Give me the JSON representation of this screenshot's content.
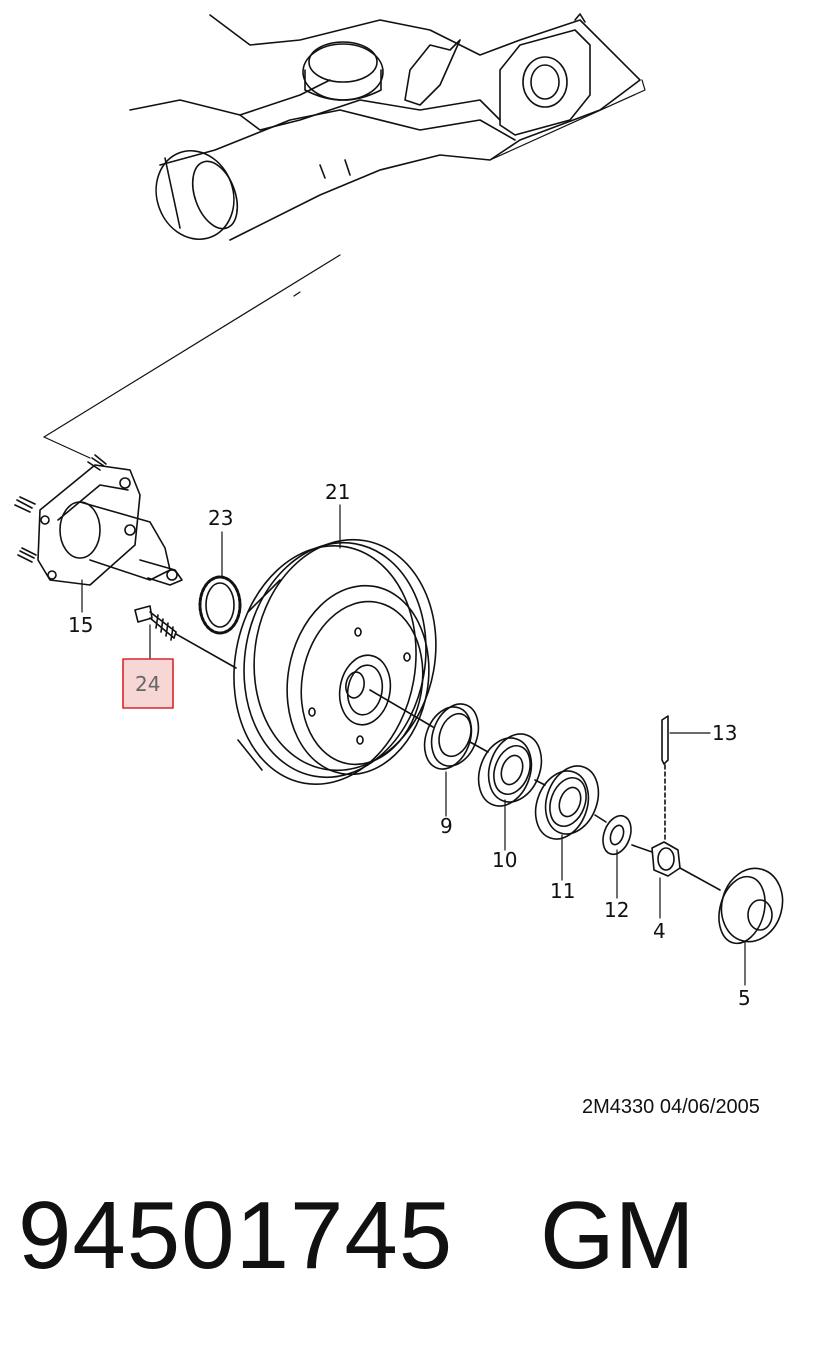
{
  "diagram": {
    "callouts": [
      {
        "id": "21",
        "label": "21"
      },
      {
        "id": "23",
        "label": "23"
      },
      {
        "id": "15",
        "label": "15"
      },
      {
        "id": "24",
        "label": "24",
        "highlighted": true
      },
      {
        "id": "13",
        "label": "13"
      },
      {
        "id": "9",
        "label": "9"
      },
      {
        "id": "10",
        "label": "10"
      },
      {
        "id": "11",
        "label": "11"
      },
      {
        "id": "12",
        "label": "12"
      },
      {
        "id": "4",
        "label": "4"
      },
      {
        "id": "5",
        "label": "5"
      }
    ],
    "highlight_color": "#d9262c",
    "highlight_fill": "#f7d6d6",
    "drawing_code": "2M4330  04/06/2005"
  },
  "footer": {
    "part_number": "94501745",
    "brand": "GM"
  }
}
